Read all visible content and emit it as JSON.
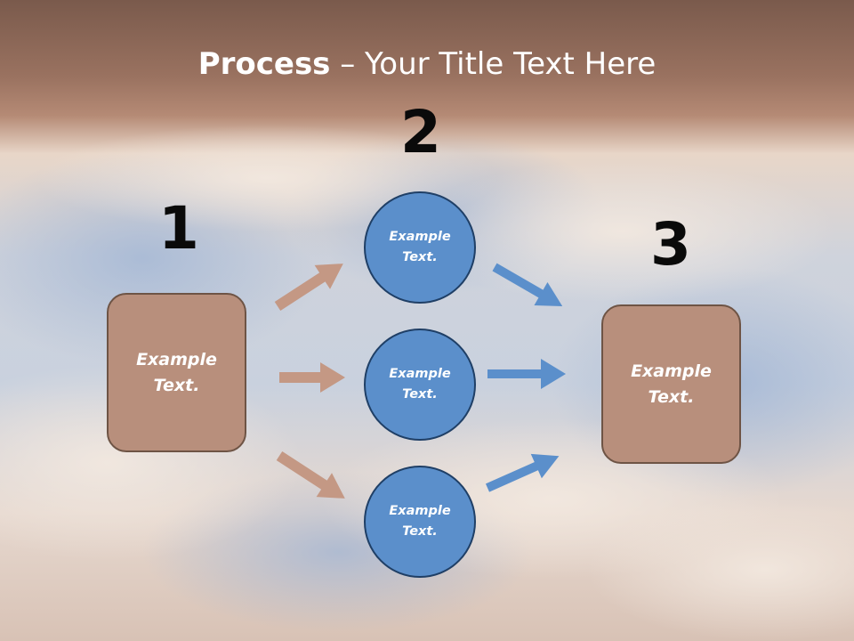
{
  "slide": {
    "title_bold": "Process",
    "title_rest": " – Your Title Text Here"
  },
  "steps": {
    "one": {
      "number": "1",
      "text": "Example\nText."
    },
    "two": {
      "number": "2",
      "items": [
        "Example\nText.",
        "Example\nText.",
        "Example\nText."
      ]
    },
    "three": {
      "number": "3",
      "text": "Example\nText."
    }
  },
  "colors": {
    "box_fill": "#b88f7c",
    "circle_fill": "#5b8fcb",
    "arrow_brown": "#c49884",
    "arrow_blue": "#5b8fcb"
  }
}
